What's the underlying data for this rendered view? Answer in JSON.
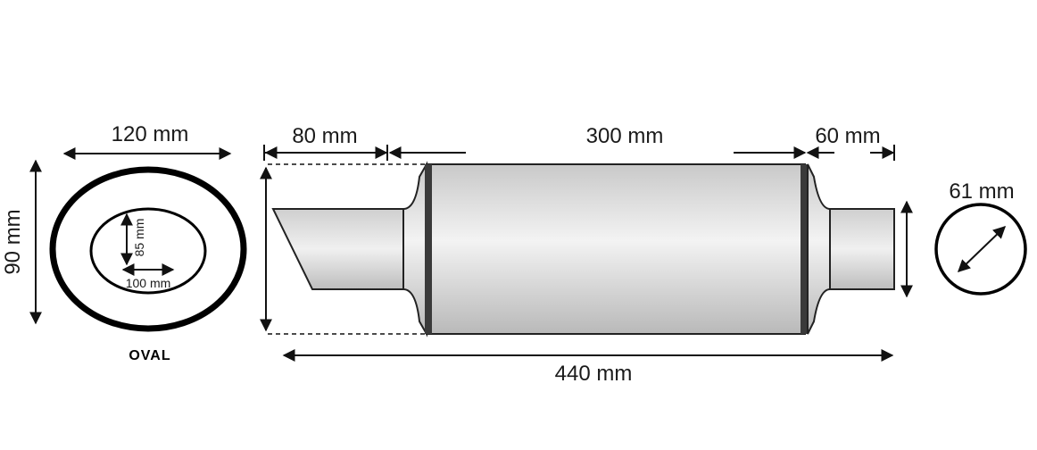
{
  "oval_view": {
    "width_label": "120 mm",
    "height_label": "90 mm",
    "inner_height_label": "85 mm",
    "inner_width_label": "100 mm",
    "caption": "OVAL"
  },
  "side_view": {
    "inlet_length_label": "80 mm",
    "body_length_label": "300 mm",
    "outlet_length_label": "60 mm",
    "overall_length_label": "440 mm"
  },
  "outlet_view": {
    "diameter_label": "61 mm"
  }
}
